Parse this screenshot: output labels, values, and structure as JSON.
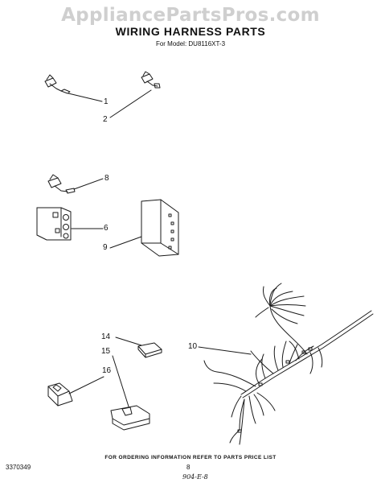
{
  "watermark": "AppliancePartsPros.com",
  "title": "WIRING HARNESS PARTS",
  "model_line": "For Model: DU8116XT-3",
  "callouts": {
    "p1": "1",
    "p2": "2",
    "p8": "8",
    "p6": "6",
    "p9": "9",
    "p14": "14",
    "p15": "15",
    "p16": "16",
    "p10": "10"
  },
  "footer_note": "FOR ORDERING INFORMATION REFER TO PARTS PRICE LIST",
  "part_code": "3370349",
  "page_number": "8",
  "handwritten_note": "904-E-8"
}
